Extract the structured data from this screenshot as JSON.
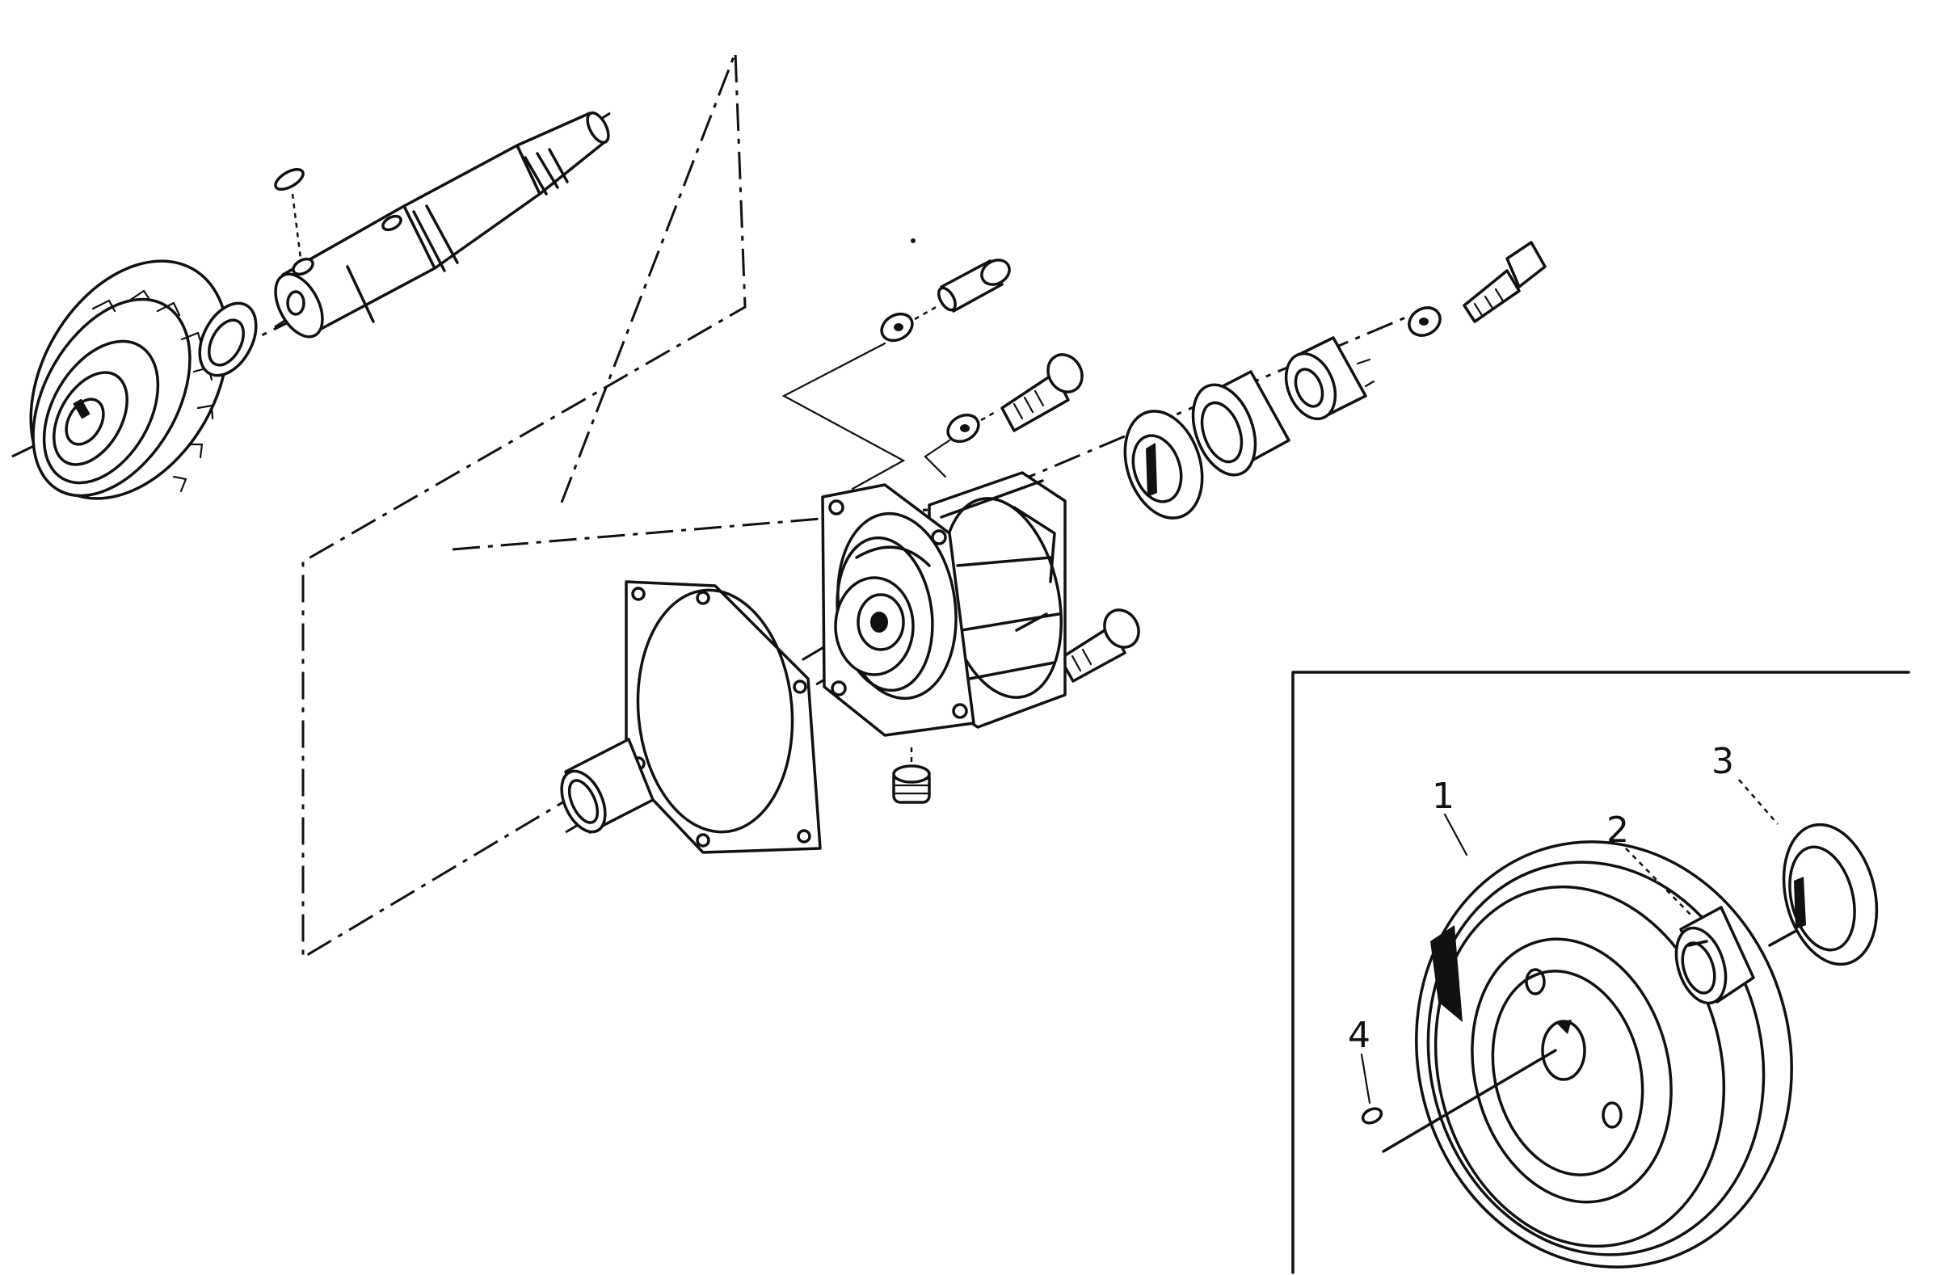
{
  "inset": {
    "callouts": [
      {
        "id": "1",
        "label": "1"
      },
      {
        "id": "2",
        "label": "2"
      },
      {
        "id": "3",
        "label": "3"
      },
      {
        "id": "4",
        "label": "4"
      }
    ]
  }
}
